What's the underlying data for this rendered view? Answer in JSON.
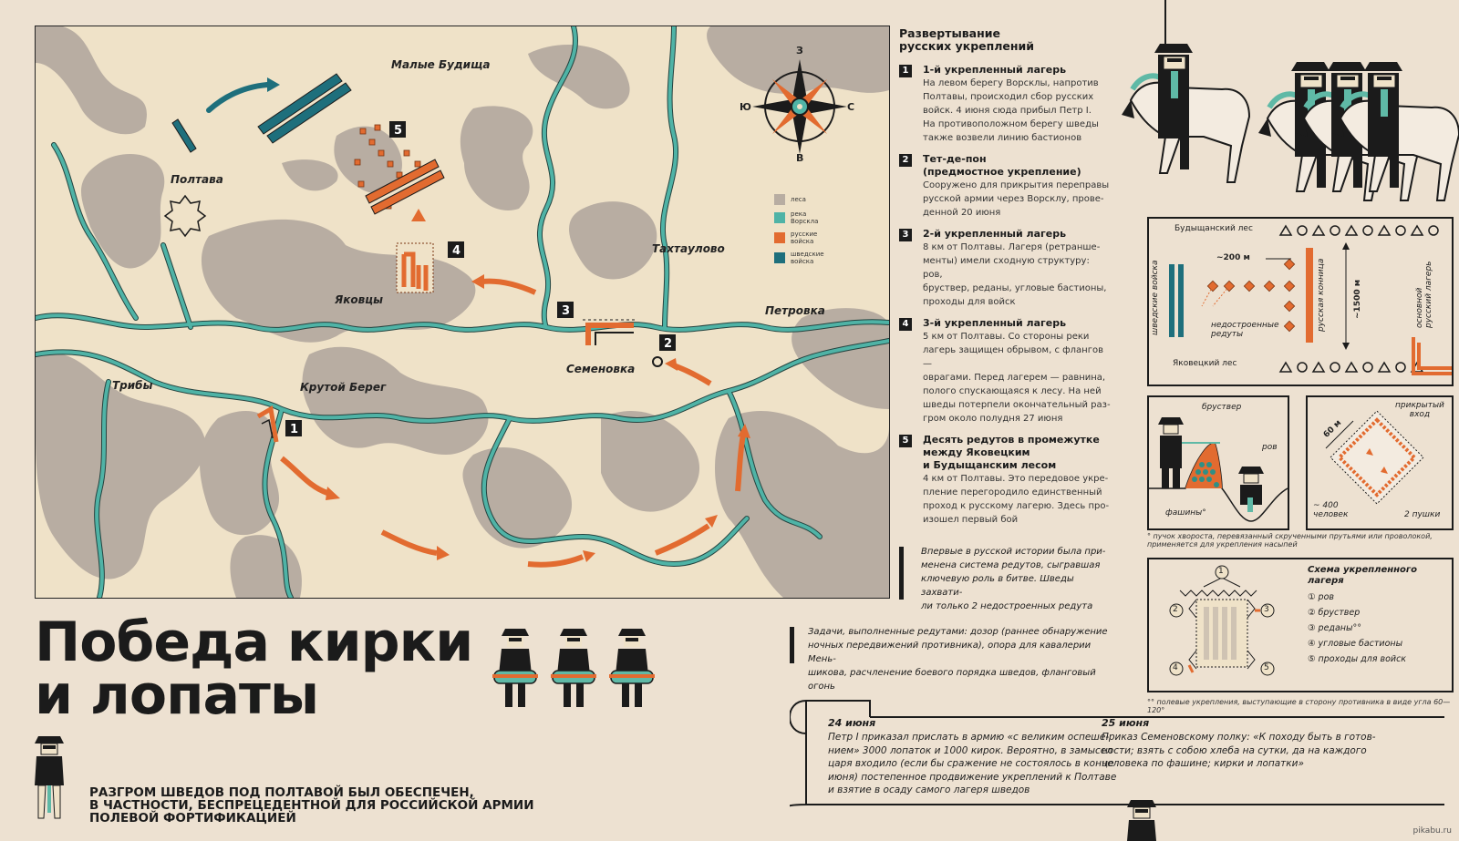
{
  "colors": {
    "bg": "#ede1d1",
    "map_bg": "#efe2c8",
    "forest": "#b8ada2",
    "river": "#2f8f86",
    "russian": "#e26b30",
    "swedish": "#1e6f7c",
    "ink": "#1b1b1b"
  },
  "map": {
    "places": {
      "malye_budishcha": "Малые Будища",
      "poltava": "Полтава",
      "takhtaulovo": "Тахтаулово",
      "yakovtsy": "Яковцы",
      "petrovka": "Петровка",
      "semenovka": "Семеновка",
      "triby": "Трибы",
      "krutoy_bereg": "Крутой Берег"
    },
    "markers": [
      "1",
      "2",
      "3",
      "4",
      "5"
    ],
    "compass": {
      "n": "З",
      "s": "В",
      "w": "Ю",
      "e": "С"
    },
    "legend": {
      "forest": "леса",
      "river": "река\nВорскла",
      "russian": "русские\nвойска",
      "swedish": "шведские\nвойска"
    }
  },
  "steps": {
    "heading": "Развертывание\nрусских укреплений",
    "items": [
      {
        "num": "1",
        "title": "1-й укрепленный лагерь",
        "text": "На левом берегу Ворсклы, напротив\nПолтавы, происходил сбор русских\nвойск. 4 июня сюда прибыл Петр I.\nНа противоположном берегу шведы\nтакже возвели линию бастионов"
      },
      {
        "num": "2",
        "title": "Тет-де-пон\n(предмостное укрепление)",
        "text": "Сооружено для прикрытия переправы\nрусской армии через Ворсклу, прове-\nденной 20 июня"
      },
      {
        "num": "3",
        "title": "2-й укрепленный лагерь",
        "text": "8 км от Полтавы. Лагеря (ретранше-\nменты) имели сходную структуру: ров,\nбруствер, реданы, угловые бастионы,\nпроходы для войск"
      },
      {
        "num": "4",
        "title": "3-й укрепленный лагерь",
        "text": "5 км от Полтавы. Со стороны реки\nлагерь защищен обрывом, с флангов —\nоврагами. Перед лагерем — равнина,\nполого спускающаяся к лесу. На ней\nшведы потерпели окончательный раз-\nгром около полудня 27 июня"
      },
      {
        "num": "5",
        "title": "Десять редутов в промежутке\nмежду Яковецким\nи Будыщанским лесом",
        "text": "4 км от Полтавы. Это передовое укре-\nпление перегородило единственный\nпроход к русскому лагерю. Здесь про-\nизошел первый бой"
      }
    ]
  },
  "note1": "Впервые в русской истории была при-\nменена система редутов, сыгравшая\nключевую роль в битве. Шведы захвати-\nли только 2 недостроенных редута",
  "note2": "Задачи, выполненные редутами: дозор (раннее обнаружение\nночных передвижений противника), опора для кавалерии Мень-\nшикова, расчленение боевого порядка шведов, фланговый огонь",
  "title": "Победа кирки\nи лопаты",
  "subtitle": "Разгром шведов под Полтавой был обеспечен,\nв частности, беспрецедентной для российской армии\nполевой фортификацией",
  "scroll": {
    "date1": "24 июня",
    "text1": "Петр I приказал прислать в армию «с великим оспеше-\nнием» 3000 лопаток и 1000 кирок. Вероятно, в замысел\nцаря входило (если бы сражение не состоялось в конце\nиюня) постепенное продвижение укреплений к Полтаве\nи взятие в осаду самого лагеря шведов",
    "date2": "25 июня",
    "text2": "Приказ Семеновскому полку: «К походу быть в готов-\nности; взять с собою хлеба на сутки, да на каждого\nчеловека по фашине; кирки и лопатки»"
  },
  "redoubt_diagram": {
    "forest_top": "Будыщанский лес",
    "forest_bottom": "Яковецкий лес",
    "distance_200": "~200 м",
    "distance_1500": "~1500 м",
    "swedish": "шведские войска",
    "cavalry": "русская конница",
    "unfinished": "недостроенные\nредуты",
    "main_camp": "основной\nрусский лагерь"
  },
  "parapet_diagram": {
    "breastwork": "бруствер",
    "ditch": "ров",
    "fascines": "фашины°"
  },
  "redoubt_detail": {
    "side": "60 м",
    "entrance": "прикрытый\nвход",
    "men": "~ 400\nчеловек",
    "guns": "2 пушки"
  },
  "footnote1": "° пучок хвороста, перевязанный скрученными прутьями или проволокой,\n   применяется для укрепления насыпей",
  "scheme": {
    "title": "Схема укрепленного\nлагеря",
    "items": [
      "① ров",
      "② бруствер",
      "③ реданы°°",
      "④ угловые бастионы",
      "⑤ проходы для войск"
    ],
    "nums": [
      "1",
      "2",
      "3",
      "4",
      "5"
    ]
  },
  "footnote2": "°° полевые укрепления, выступающие в сторону противника в виде угла 60—120°",
  "watermark": "pikabu.ru"
}
